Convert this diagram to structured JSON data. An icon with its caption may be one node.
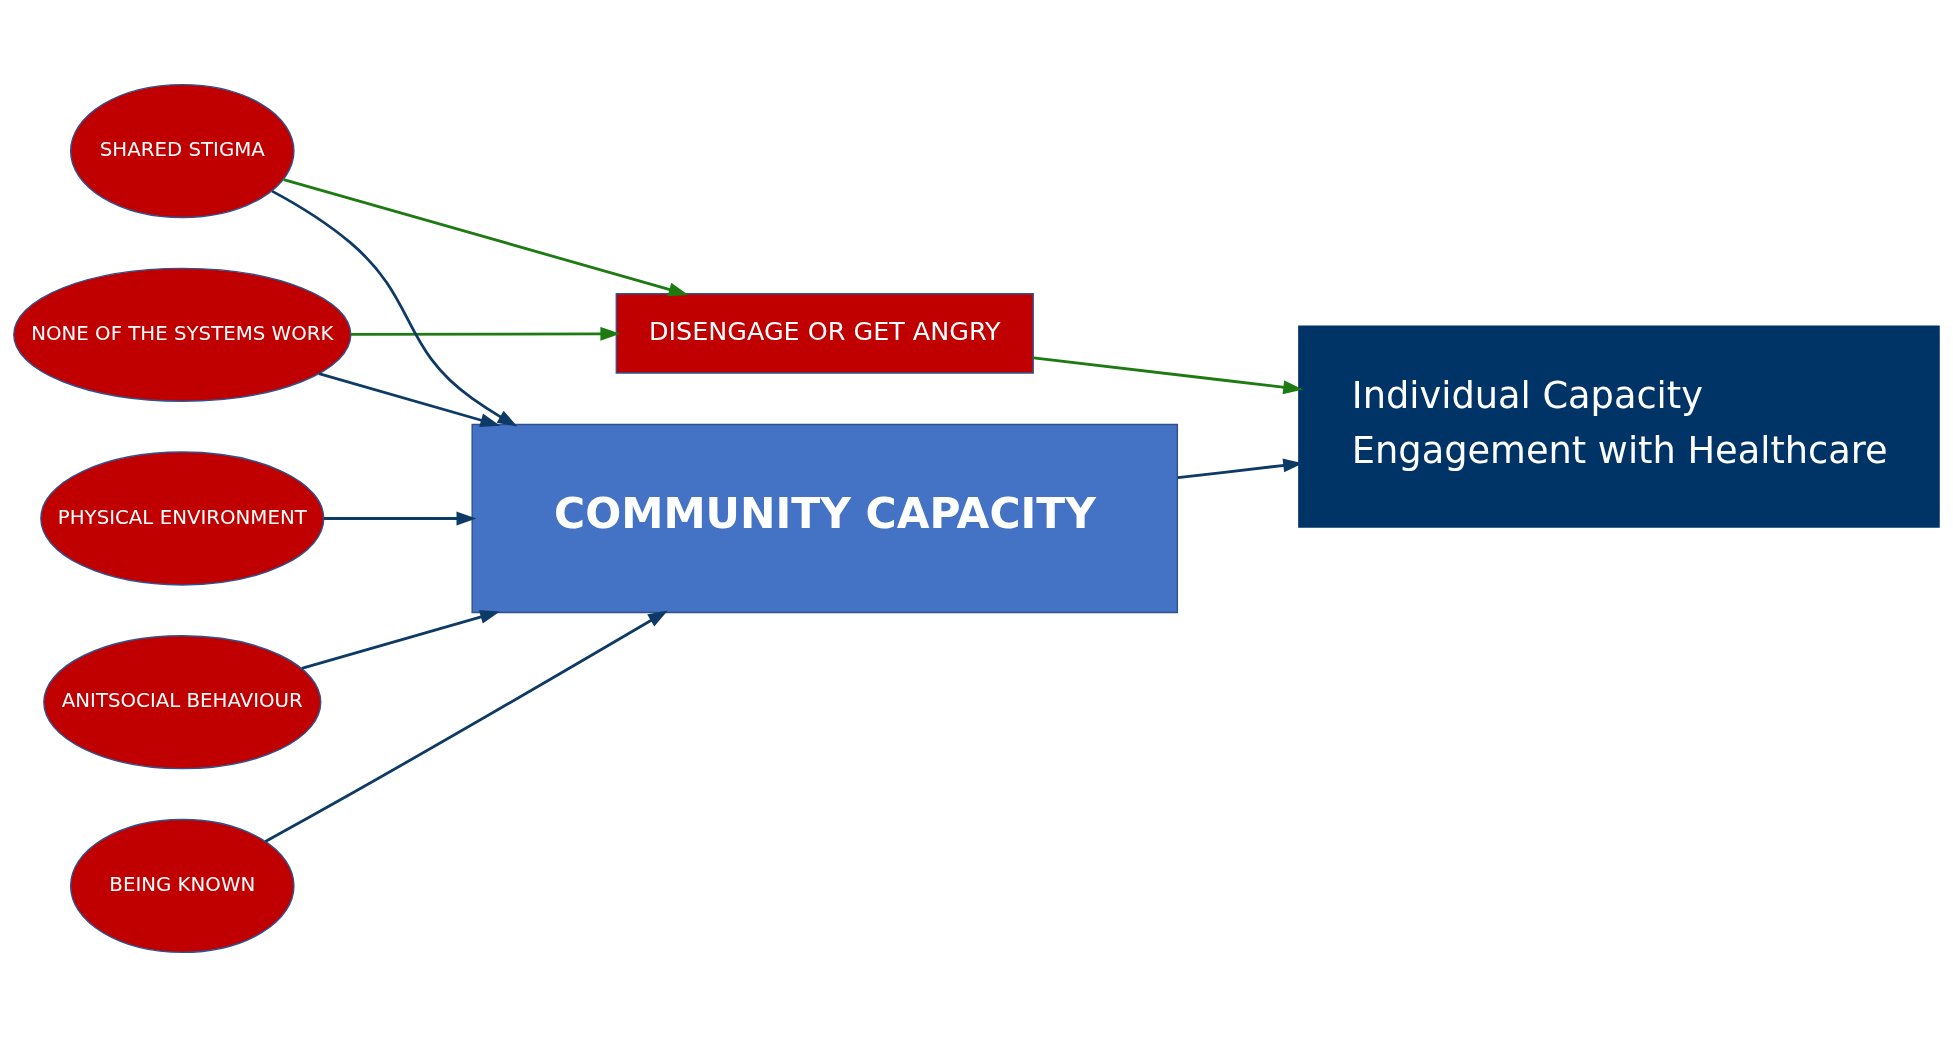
{
  "diagram": {
    "nodes": [
      {
        "text": [
          "PHYSICAL ENVIRONMENT"
        ]
      },
      {
        "text": [
          "ANITSOCIAL BEHAVIOUR"
        ]
      },
      {
        "text": [
          "DISENGAGE OR GET ANGRY"
        ]
      },
      {
        "text": [
          "COMMUNITY CAPACITY"
        ]
      },
      {
        "text": [
          "Individual Capacity",
          "Engagement with Healthcare"
        ]
      },
      {
        "text": [
          "BEING KNOWN"
        ]
      },
      {
        "text": [
          "NONE OF THE SYSTEMS WORK"
        ]
      },
      {
        "text": [
          "SHARED STIGMA"
        ]
      }
    ],
    "edges": [
      {
        "from": 0,
        "to": 3,
        "arrow": "to"
      },
      {
        "from": 1,
        "to": 3,
        "arrow": "to"
      },
      {
        "from": 2,
        "to": 4,
        "arrow": "to",
        "color": "#1e7a12"
      },
      {
        "from": 3,
        "to": 4,
        "arrow": "to"
      },
      {
        "from": 5,
        "to": 3,
        "arrow": "to"
      },
      {
        "from": 6,
        "to": 3,
        "arrow": "to"
      },
      {
        "from": 7,
        "to": 3,
        "arrow": "to"
      },
      {
        "from": 6,
        "to": 2,
        "arrow": "to",
        "color": "#1e7a12"
      },
      {
        "from": 7,
        "to": 2,
        "arrow": "to",
        "color": "#1e7a12"
      }
    ]
  }
}
